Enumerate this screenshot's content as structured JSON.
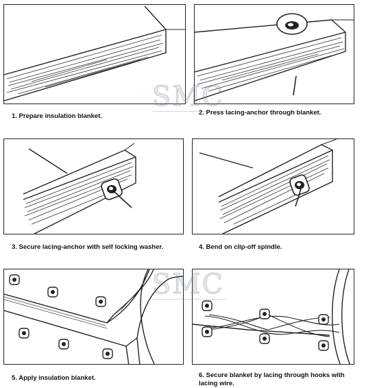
{
  "steps": [
    {
      "number": "1.",
      "caption": "1. Prepare insulation blanket."
    },
    {
      "number": "2.",
      "caption": "2. Press lacing-anchor through blanket."
    },
    {
      "number": "3.",
      "caption": "3. Secure lacing-anchor with self locking washer."
    },
    {
      "number": "4.",
      "caption": "4. Bend on clip-off spindle."
    },
    {
      "number": "5.",
      "caption": "5. Apply insulation blanket."
    },
    {
      "number": "6.",
      "caption": "6. Secure blanket by lacing through hooks with lacing wire."
    }
  ],
  "watermark": {
    "text": "SMC"
  },
  "colors": {
    "line": "#222222",
    "watermark": "#8aa0b4"
  }
}
